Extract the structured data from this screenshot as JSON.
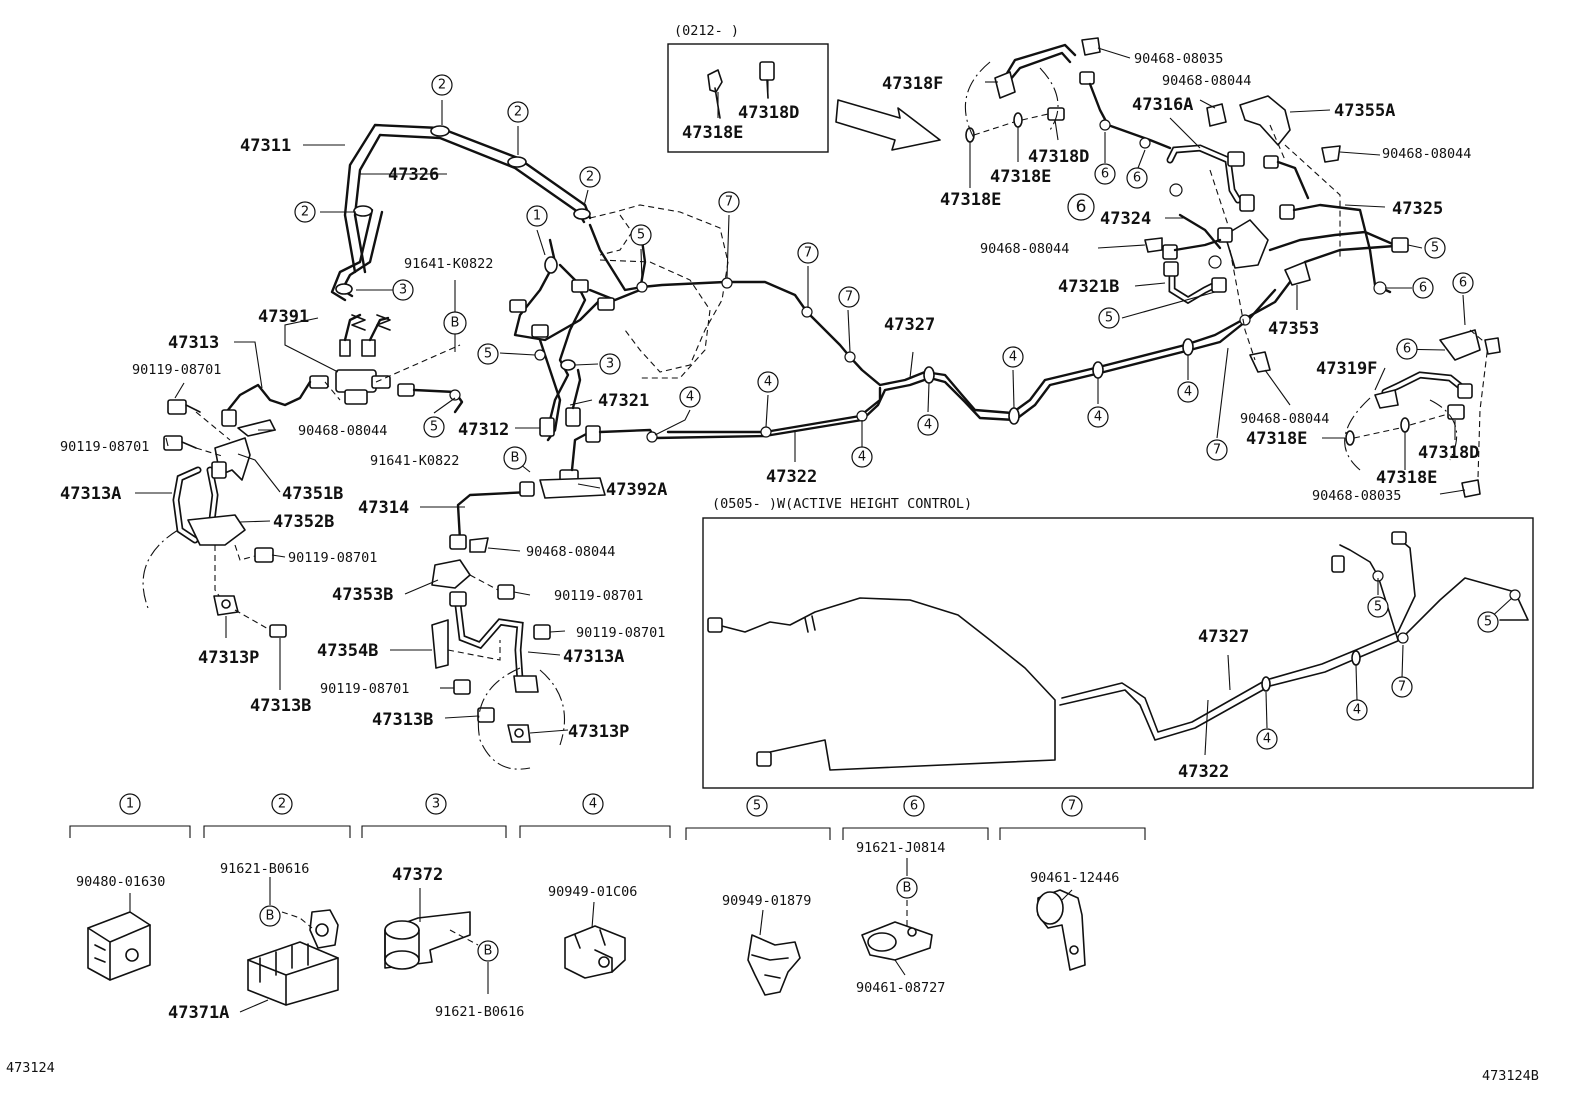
{
  "labels": {
    "p47311": "47311",
    "p47326": "47326",
    "p91641_a": "91641-K0822",
    "p47391": "47391",
    "p47313": "47313",
    "p90119_a": "90119-08701",
    "p90119_b": "90119-08701",
    "p47313a_l": "47313A",
    "p47352b": "47352B",
    "p47351b": "47351B",
    "p90468_a": "90468-08044",
    "p90119_c": "90119-08701",
    "p47313p_l": "47313P",
    "p47313b_l": "47313B",
    "p47321": "47321",
    "p47312": "47312",
    "p91641_b": "91641-K0822",
    "p47392a": "47392A",
    "p47314": "47314",
    "p90468_b": "90468-08044",
    "p47353b": "47353B",
    "p90119_d": "90119-08701",
    "p90119_e": "90119-08701",
    "p47354b": "47354B",
    "p47313a_b": "47313A",
    "p90119_f": "90119-08701",
    "p47313b_b": "47313B",
    "p47313p_b": "47313P",
    "p47322": "47322",
    "p47327": "47327",
    "inset_top_title": "(0212-        )",
    "p47318d_i": "47318D",
    "p47318e_i": "47318E",
    "p47318f": "47318F",
    "p47318e_a": "47318E",
    "p47318d_a": "47318D",
    "p47318e_b": "47318E",
    "p90468_08035_a": "90468-08035",
    "p90468_c": "90468-08044",
    "p47316a": "47316A",
    "p47355a": "47355A",
    "p90468_d": "90468-08044",
    "p47324": "47324",
    "p47325": "47325",
    "p90468_e": "90468-08044",
    "p47321b": "47321B",
    "p47353": "47353",
    "p47319f": "47319F",
    "p90468_f": "90468-08044",
    "p47318e_c": "47318E",
    "p47318d_c": "47318D",
    "p47318e_d": "47318E",
    "p90468_08035_b": "90468-08035",
    "inset_bottom_title": "(0505-     )W(ACTIVE HEIGHT CONTROL)",
    "p47327_i": "47327",
    "p47322_i": "47322",
    "c1_part": "90480-01630",
    "c2_part_a": "91621-B0616",
    "c2_part_b": "47371A",
    "c3_part_a": "47372",
    "c3_part_b": "91621-B0616",
    "c4_part": "90949-01C06",
    "c5_part": "90949-01879",
    "c6_part_a": "91621-J0814",
    "c6_part_b": "90461-08727",
    "c7_part": "90461-12446",
    "footer_left": "473124",
    "footer_right": "473124B"
  },
  "markers": {
    "one": "1",
    "two": "2",
    "three": "3",
    "four": "4",
    "five": "5",
    "six": "6",
    "seven": "7",
    "b": "B"
  }
}
